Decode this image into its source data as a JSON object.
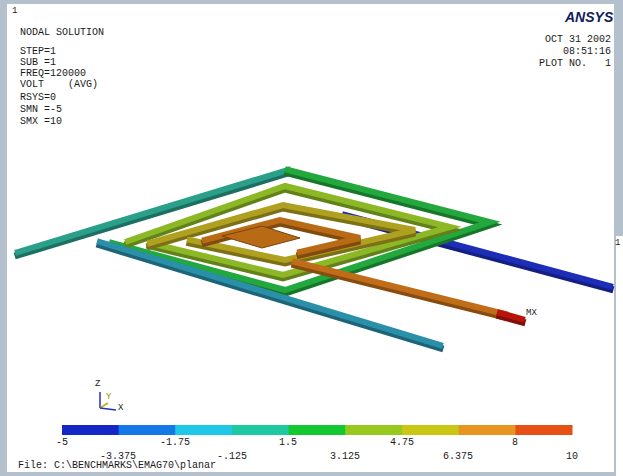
{
  "diagram": {
    "labels": [
      "1",
      "NODAL SOLUTION",
      "STEP=1",
      "SUB =1",
      "FREQ=120000",
      "VOLT    (AVG)",
      "RSYS=0",
      "SMN =-5",
      "SMX =10",
      "ANSYS",
      "OCT 31 2002",
      "08:51:16",
      "PLOT NO.   1",
      "1",
      "MX",
      "Z",
      "Y",
      "X",
      "-5",
      "-3.375",
      "-1.75",
      "-.125",
      "1.5",
      "3.125",
      "4.75",
      "6.375",
      "8",
      "10",
      "File: C:\\BENCHMARKS\\EMAG70\\planar"
    ]
  }
}
